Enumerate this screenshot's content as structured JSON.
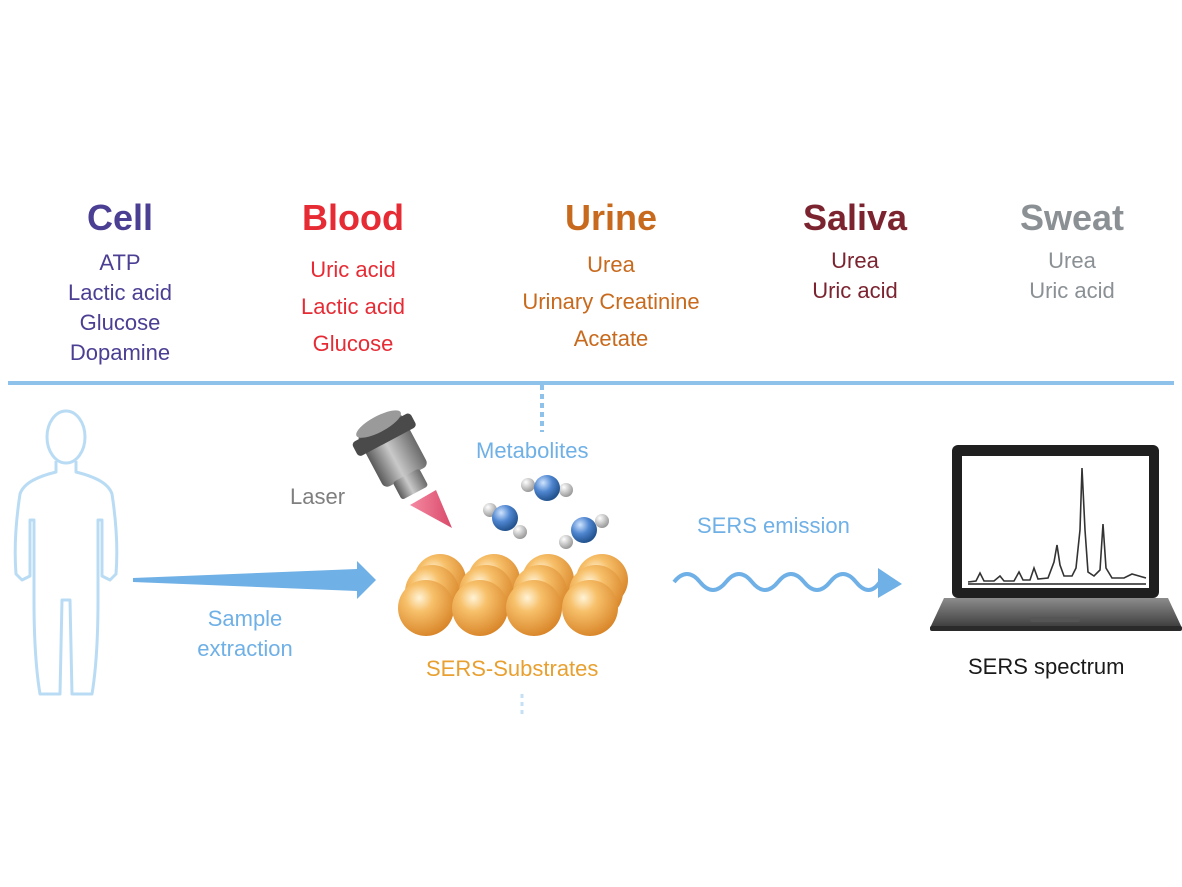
{
  "sources": [
    {
      "key": "cell",
      "title": "Cell",
      "items": [
        "ATP",
        "Lactic acid",
        "Glucose",
        "Dopamine"
      ],
      "color": "#4b3f93"
    },
    {
      "key": "blood",
      "title": "Blood",
      "items": [
        "Uric acid",
        "Lactic acid",
        "Glucose"
      ],
      "color": "#e62b34"
    },
    {
      "key": "urine",
      "title": "Urine",
      "items": [
        "Urea",
        "Urinary Creatinine",
        "Acetate"
      ],
      "color": "#c86a1d"
    },
    {
      "key": "saliva",
      "title": "Saliva",
      "items": [
        "Urea",
        "Uric acid"
      ],
      "color": "#7b2430"
    },
    {
      "key": "sweat",
      "title": "Sweat",
      "items": [
        "Urea",
        "Uric acid"
      ],
      "color": "#8a9094"
    }
  ],
  "workflow": {
    "sample_extraction": [
      "Sample",
      "extraction"
    ],
    "laser": "Laser",
    "metabolites": "Metabolites",
    "sers_emission": "SERS emission",
    "sers_substrates": "SERS-Substrates",
    "sers_spectrum": "SERS spectrum"
  },
  "colors": {
    "line_blue": "#8ec2ea",
    "arrow_blue": "#6fb0e6",
    "substrate_orange": "#f2a53c",
    "laser_tip_pink": "#e8607e"
  }
}
